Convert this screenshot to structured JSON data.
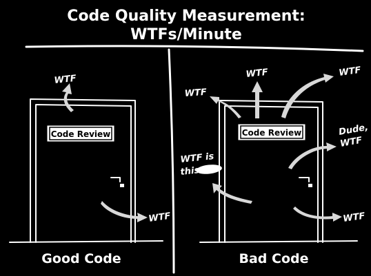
{
  "title": {
    "line1": "Code Quality Measurement:",
    "line2": "WTFs/Minute"
  },
  "panels": {
    "left": {
      "caption": "Good Code",
      "door_sign": "Code Review",
      "exclamations": [
        "WTF",
        "WTF"
      ]
    },
    "right": {
      "caption": "Bad Code",
      "door_sign": "Code Review",
      "exclamations": [
        "WTF",
        "WTF",
        "WTF",
        "Dude,",
        "WTF",
        "WTF is",
        "this",
        "WTF"
      ]
    }
  },
  "colors": {
    "background": "#000000",
    "ink": "#ffffff",
    "arrow": "#d8d8d8"
  }
}
